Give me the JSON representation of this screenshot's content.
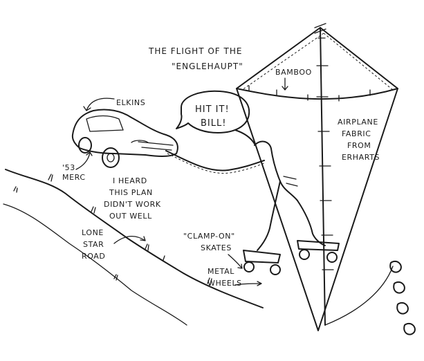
{
  "title": {
    "line1": "THE FLIGHT OF THE",
    "line2": "\"ENGLEHAUPT\""
  },
  "speech": {
    "line1": "HIT IT!",
    "line2": "BILL!"
  },
  "labels": {
    "elkins": "ELKINS",
    "merc_line1": "'53",
    "merc_line2": "MERC",
    "heard_line1": "I HEARD",
    "heard_line2": "THIS PLAN",
    "heard_line3": "DIDN'T WORK",
    "heard_line4": "OUT WELL",
    "road_line1": "LONE",
    "road_line2": "STAR",
    "road_line3": "ROAD",
    "skates_line1": "\"CLAMP-ON\"",
    "skates_line2": "SKATES",
    "wheels_line1": "METAL",
    "wheels_line2": "WHEELS",
    "bamboo": "BAMBOO",
    "fabric_line1": "AIRPLANE",
    "fabric_line2": "FABRIC",
    "fabric_line3": "FROM",
    "fabric_line4": "ERHARTS"
  },
  "colors": {
    "ink": "#1a1a1a",
    "paper": "#ffffff"
  }
}
